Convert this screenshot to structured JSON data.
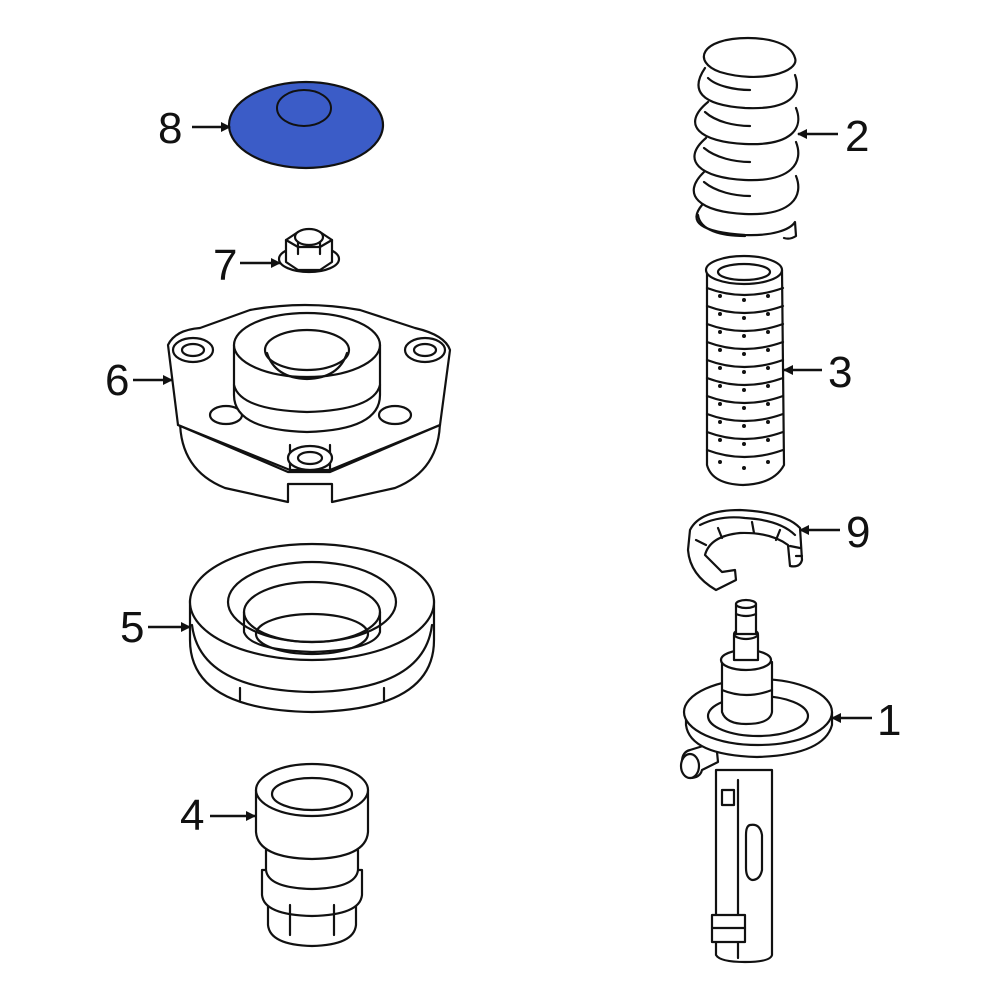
{
  "colors": {
    "line": "#111111",
    "background": "#ffffff",
    "highlight": "#3b5cc7"
  },
  "callouts": {
    "c1": "1",
    "c2": "2",
    "c3": "3",
    "c4": "4",
    "c5": "5",
    "c6": "6",
    "c7": "7",
    "c8": "8",
    "c9": "9"
  },
  "highlighted_part": "8"
}
